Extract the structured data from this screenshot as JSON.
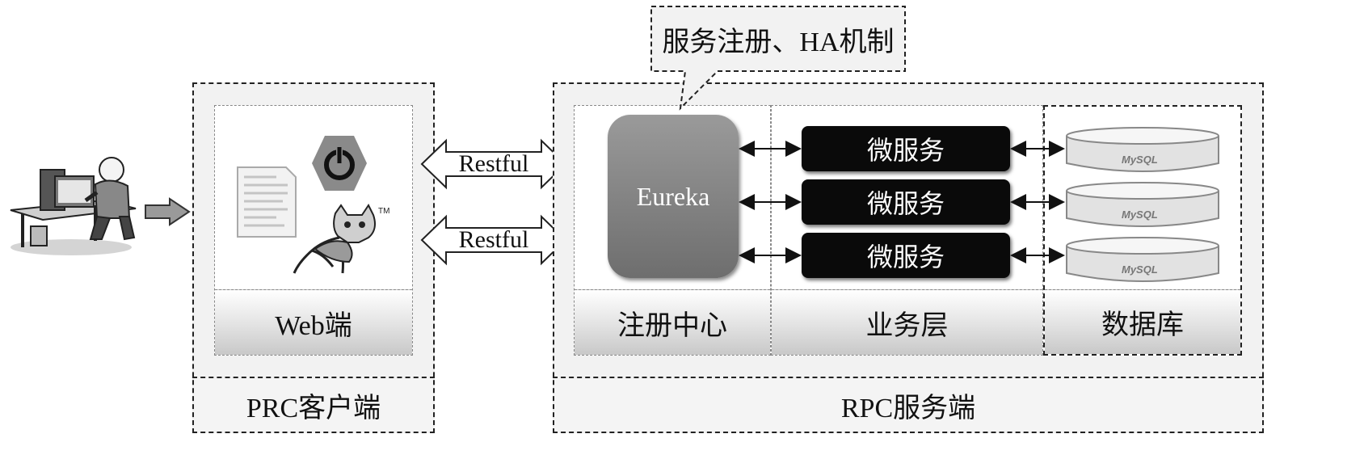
{
  "client": {
    "outer_label": "PRC客户端",
    "web_label": "Web端",
    "icons": [
      "document-icon",
      "power-icon",
      "tomcat-icon"
    ]
  },
  "links": {
    "restful_top": "Restful",
    "restful_bottom": "Restful"
  },
  "callout": {
    "text": "服务注册、HA机制"
  },
  "server": {
    "outer_label": "RPC服务端",
    "registry": {
      "label": "注册中心",
      "node": "Eureka"
    },
    "business": {
      "label": "业务层",
      "services": [
        "微服务",
        "微服务",
        "微服务"
      ]
    },
    "database": {
      "label": "数据库",
      "db_logo": "MySQL",
      "count": 3
    }
  },
  "user": {
    "icon": "user-at-computer-icon"
  }
}
